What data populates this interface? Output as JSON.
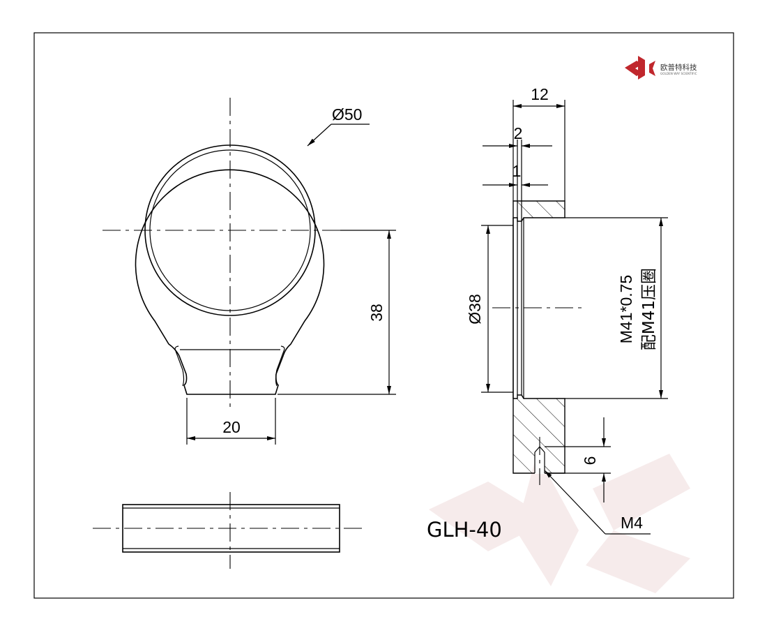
{
  "logo": {
    "company_cn": "欧普特科技",
    "company_en": "GOLDEN WAY SCIENTIFIC",
    "brand_color": "#c0272d"
  },
  "model": "GLH-40",
  "dimensions": {
    "outer_diameter": "Ø50",
    "center_height": "38",
    "neck_width": "20",
    "thickness": "12",
    "step_2": "2",
    "step_1": "1",
    "bore_diameter": "Ø38",
    "thread": "M41*0.75",
    "retainer_cn": "配M41压圈",
    "screw_depth": "6",
    "screw": "M4"
  }
}
